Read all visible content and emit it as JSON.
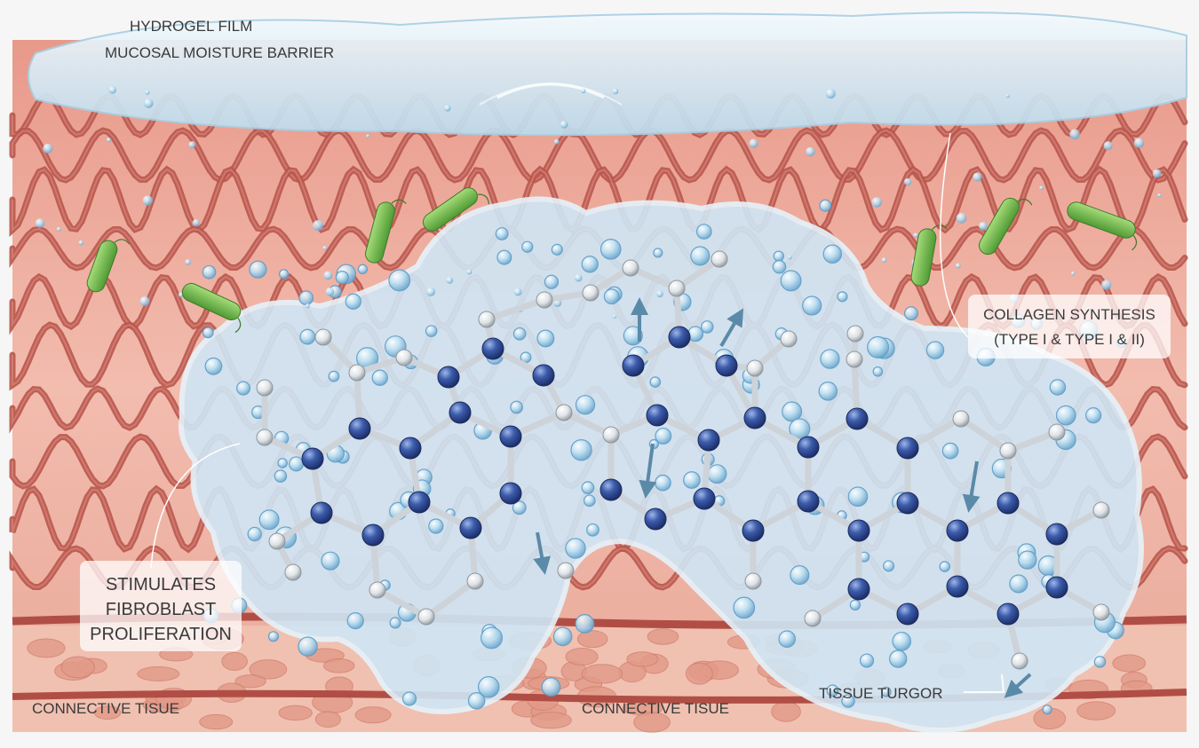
{
  "labels": {
    "hydrogel_line1": "HYDROGEL FILM",
    "hydrogel_line2": "MUCOSAL MOISTURE BARRIER",
    "collagen_line1": "COLLAGEN SYNTHESIS",
    "collagen_line2": "(TYPE I & TYPE I & II)",
    "fibroblast_line1": "STIMULATES",
    "fibroblast_line2": "FIBROBLAST",
    "fibroblast_line3": "PROLIFERATION",
    "turgor": "TISSUE TURGOR",
    "connective_left": "CONNECTIVE TISUE",
    "connective_mid": "CONNECTIVE TISUE"
  },
  "colors": {
    "tissue_background": "#f0b8a8",
    "collagen_fiber": "#b8564c",
    "hydrogel": "#d8ecf6",
    "gel_cloud": "#cfe6f5",
    "blue_atom": "#3a5aa8",
    "white_atom": "#e6e8ea",
    "bacteria": "#7cc456",
    "arrow": "#5a8aa8"
  },
  "icons": [
    "bacterium-icon",
    "water-droplet-icon",
    "direction-arrow-icon",
    "molecule-atom-icon"
  ]
}
